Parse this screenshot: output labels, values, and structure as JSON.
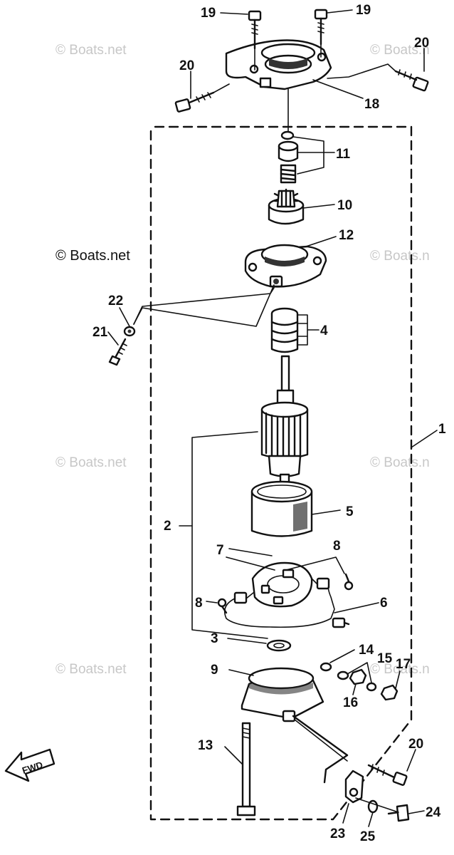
{
  "watermarks": {
    "w1": "© Boats.net",
    "w2": "© Boats.n",
    "w3": "© Boats.net",
    "w4": "© Boats.n",
    "w5": "© Boats.net",
    "w6": "© Boats.n",
    "w7": "© Boats.net",
    "w8": "© Boats.n"
  },
  "fwd_label": "FWD",
  "callouts": {
    "c1": "1",
    "c2": "2",
    "c3": "3",
    "c4": "4",
    "c5": "5",
    "c6": "6",
    "c7": "7",
    "c8a": "8",
    "c8b": "8",
    "c9": "9",
    "c10": "10",
    "c11": "11",
    "c12": "12",
    "c13": "13",
    "c14": "14",
    "c15": "15",
    "c16": "16",
    "c17": "17",
    "c18": "18",
    "c19a": "19",
    "c19b": "19",
    "c20a": "20",
    "c20b": "20",
    "c20c": "20",
    "c21": "21",
    "c22": "22",
    "c23": "23",
    "c24": "24",
    "c25": "25"
  }
}
